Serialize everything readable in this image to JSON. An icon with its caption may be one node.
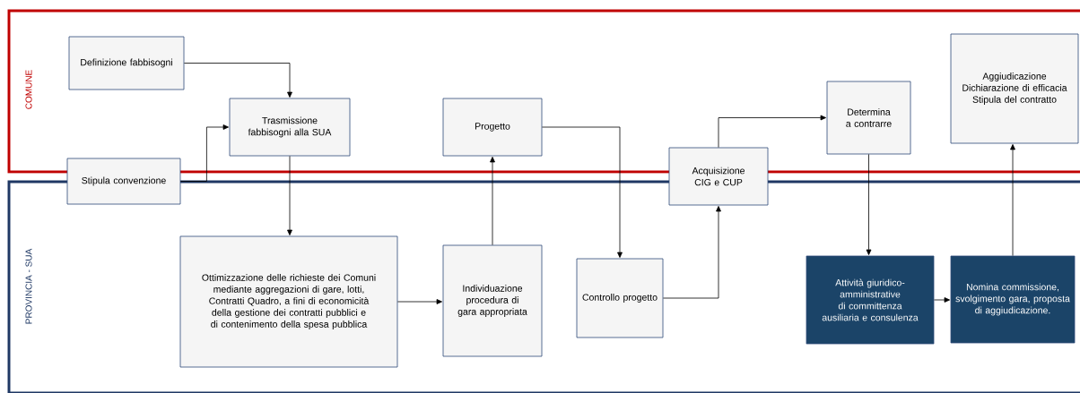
{
  "diagram": {
    "nodes": [
      {
        "text": [
          "COMUNE"
        ]
      },
      {
        "text": [
          "PROVINCIA - SUA"
        ]
      },
      {
        "text": [
          "Definizione fabbisogni"
        ],
        "in": 0
      },
      {
        "text": [
          "Trasmissione fabbisogni alla SUA"
        ],
        "in": 0
      },
      {
        "text": [
          "Stipula convenzione"
        ]
      },
      {
        "text": [
          "Progetto"
        ],
        "in": 0
      },
      {
        "text": [
          "Ottimizzazione delle richieste dei Comuni mediante aggregazioni di gare, lotti, Contratti Quadro, a fini di economicità della gestione dei contratti pubblici e di contenimento della spesa pubblica"
        ],
        "in": 1
      },
      {
        "text": [
          "Individuazione procedura di gara appropriata"
        ],
        "in": 1
      },
      {
        "text": [
          "Controllo progetto"
        ],
        "in": 1
      },
      {
        "text": [
          "Acquisizione CIG e CUP"
        ]
      },
      {
        "text": [
          "Determina a contrarre"
        ],
        "in": 0
      },
      {
        "text": [
          "Aggiudicazione Dichiarazione di efficacia Stipula del contratto"
        ],
        "in": 0
      },
      {
        "text": [
          "Attività giuridico-amministrative di committenza ausiliaria e consulenza"
        ],
        "in": 1
      },
      {
        "text": [
          "Nomina commissione, svolgimento gara, proposta di aggiudicazione."
        ],
        "in": 1
      }
    ],
    "edges": [
      {
        "from": 2,
        "to": 3,
        "arrow": "to"
      },
      {
        "from": 4,
        "to": 3,
        "arrow": "to"
      },
      {
        "from": 3,
        "to": 6,
        "arrow": "to"
      },
      {
        "from": 6,
        "to": 7,
        "arrow": "to"
      },
      {
        "from": 7,
        "to": 5,
        "arrow": "to"
      },
      {
        "from": 5,
        "to": 8,
        "arrow": "to"
      },
      {
        "from": 8,
        "to": 9,
        "arrow": "to"
      },
      {
        "from": 9,
        "to": 10,
        "arrow": "to"
      },
      {
        "from": 10,
        "to": 12,
        "arrow": "to"
      },
      {
        "from": 12,
        "to": 13,
        "arrow": "to"
      },
      {
        "from": 13,
        "to": 11,
        "arrow": "to"
      }
    ]
  }
}
